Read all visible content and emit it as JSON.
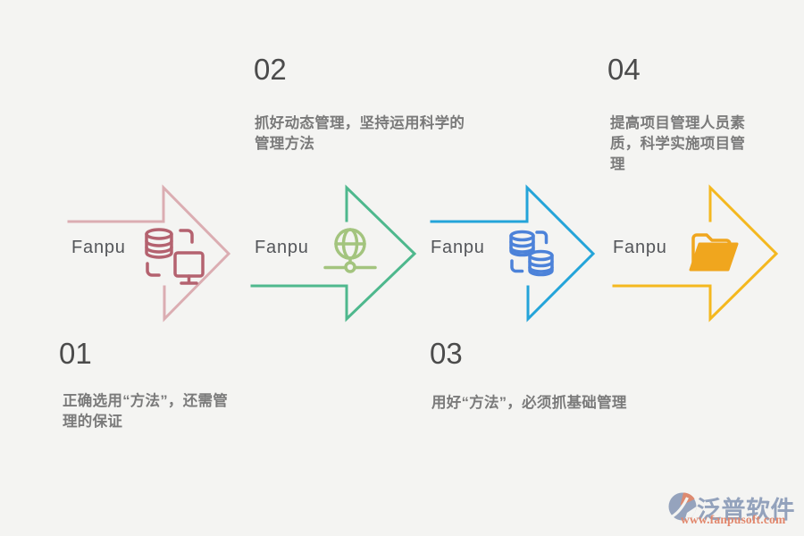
{
  "canvas": {
    "background": "#f4f4f2"
  },
  "steps": [
    {
      "number": "01",
      "brand": "Fanpu",
      "description": "正确选用“方法”，还需管\n理的保证",
      "arrow_color": "#dbadb2",
      "icon": "database-monitor-icon",
      "icon_color": "#b4626f"
    },
    {
      "number": "02",
      "brand": "Fanpu",
      "description": "抓好动态管理，坚持运用科学的\n管理方法",
      "arrow_color": "#4eb88d",
      "icon": "globe-network-icon",
      "icon_color": "#a3c47e"
    },
    {
      "number": "03",
      "brand": "Fanpu",
      "description": "用好“方法”，必须抓基础管理",
      "arrow_color": "#24a4d9",
      "icon": "database-sync-icon",
      "icon_color": "#4c82d9"
    },
    {
      "number": "04",
      "brand": "Fanpu",
      "description": "提高项目管理人员素\n质，科学实施项目管\n理",
      "arrow_color": "#f4b81f",
      "icon": "folder-icon",
      "icon_color": "#f0a61e"
    }
  ],
  "watermark": {
    "brand": "泛普软件",
    "url": "www.fanpusoft.com",
    "brand_color": "#93a2bc",
    "url_color": "#e2876c",
    "icon_primary": "#95a3bd",
    "icon_accent": "#dd8a70"
  }
}
